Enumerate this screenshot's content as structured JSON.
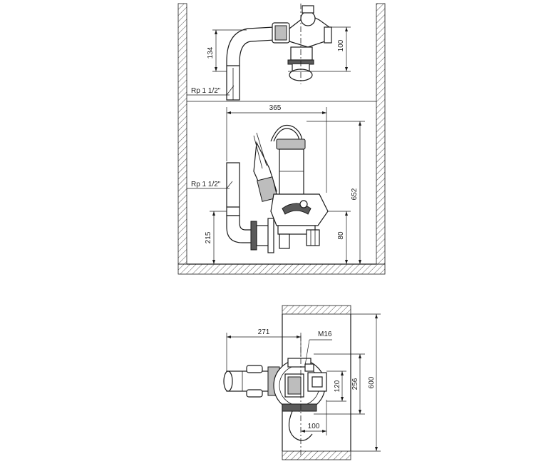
{
  "dimensions": {
    "top_134": "134",
    "top_100": "100",
    "thread_top": "Rp 1 1/2\"",
    "width_365": "365",
    "thread_mid": "Rp 1 1/2\"",
    "height_652": "652",
    "height_215": "215",
    "height_80": "80",
    "plan_271": "271",
    "bolt_m16": "M16",
    "plan_120": "120",
    "plan_256": "256",
    "plan_600": "600",
    "plan_100": "100"
  },
  "colors": {
    "line": "#1a1a1a",
    "hatch": "#555555",
    "fill_dark": "#5a5a5a",
    "fill_mid": "#bdbdbd"
  }
}
